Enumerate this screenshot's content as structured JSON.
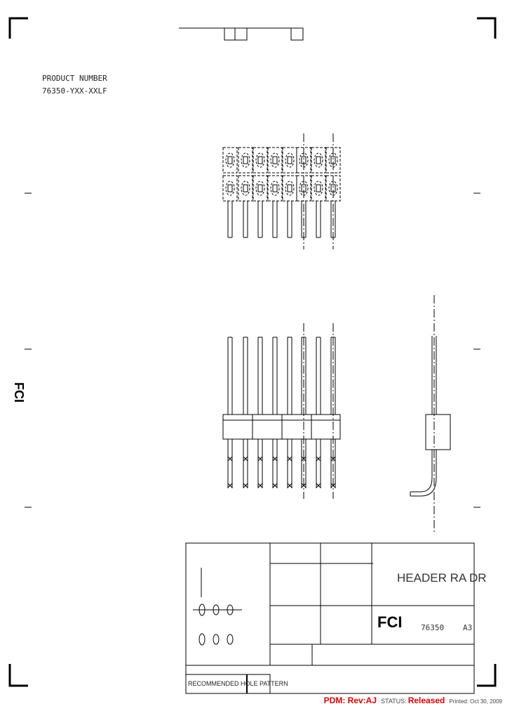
{
  "notes": {
    "product_number_label": "PRODUCT NUMBER",
    "product_number_value": "76350-YXX-XXLF"
  },
  "title_block": {
    "title": "HEADER RA DR",
    "part_number": "76350",
    "sheet_size": "A3",
    "company_logo": "FCI",
    "hole_pattern_label": "RECOMMENDED HOLE PATTERN"
  },
  "status_bar": {
    "pdm": "PDM: Rev:AJ",
    "status_label": "STATUS:",
    "status_value": "Released",
    "printed": "Printed: Oct 30, 2009"
  },
  "colors": {
    "status": "#e00000",
    "line": "#000000"
  }
}
